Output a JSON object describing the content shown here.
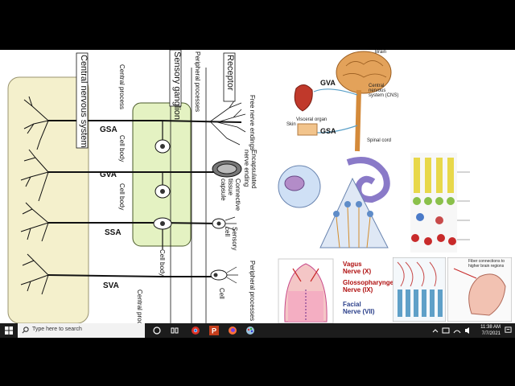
{
  "slide": {
    "labels": {
      "cns": "Central nervous system",
      "sensory_ganglion": "Sensory ganglion",
      "receptor": "Receptor",
      "central_process_top": "Central process",
      "peripheral_processes_top": "Peripheral processes",
      "free_nerve_endings": "Free nerve endings",
      "encapsulated_nerve_ending": "Encapsulated nerve ending",
      "connective_tissue_capsule": "Connective tissue capsule",
      "sensory_cell": "Sensory cell",
      "cell": "Cell",
      "peripheral_processes_bottom": "Peripheral processes",
      "central_proc_bottom": "Central proc",
      "cell_body_1": "Cell body",
      "cell_body_2": "Cell body",
      "cell_body_3": "Cell body",
      "gsa": "GSA",
      "gva": "GVA",
      "ssa": "SSA",
      "sva": "SVA"
    },
    "figure_top_right": {
      "gva": "GVA",
      "gsa": "GSA",
      "visceral_organ": "Visceral organ",
      "skin": "Skin",
      "brain": "Brain",
      "cns": "Central nervous system (CNS)",
      "spinal_cord": "Spinal cord"
    },
    "figure_bottom": {
      "vagus": "Vagus",
      "vagus_nerve": "Nerve (X)",
      "glossopharyngeal": "Glossopharyngeal",
      "glossopharyngeal_nerve": "Nerve (IX)",
      "facial": "Facial",
      "facial_nerve": "Nerve (VII)",
      "fiber_connections": "Fiber connections to higher brain regions"
    }
  },
  "taskbar": {
    "search_placeholder": "Type here to search",
    "time": "11:38 AM",
    "date": "7/7/2021",
    "icons": [
      "windows-start-icon",
      "search-icon",
      "task-view-icon",
      "widgets-icon",
      "chrome-icon",
      "powerpoint-icon",
      "firefox-icon",
      "paint-icon"
    ]
  }
}
